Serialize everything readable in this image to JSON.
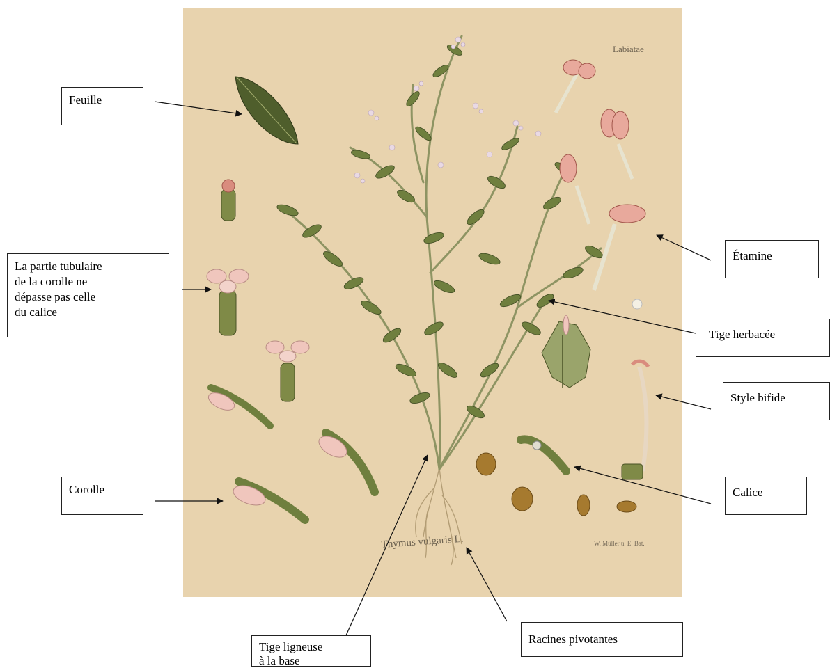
{
  "plate": {
    "family_label": "Labiatae",
    "species_label": "Thymus vulgaris L.",
    "artist_label": "W. Müller u. E. Bat.",
    "colors": {
      "paper": "#ecd9b6",
      "leaf": "#6f7f3e",
      "leaf_dark": "#3f4a22",
      "stem": "#8e9463",
      "petal": "#f0c6bd",
      "anther": "#d98c7e",
      "seed": "#a67a2f",
      "root": "#b6a27e"
    }
  },
  "labels": {
    "feuille": "Feuille",
    "corolle_tube": "La partie tubulaire\nde la corolle ne\ndépasse pas celle\ndu calice",
    "corolle": "Corolle",
    "tige_ligneuse": "Tige ligneuse\nà la base",
    "racines": "Racines pivotantes",
    "etamine": "Étamine",
    "tige_herbacee": "Tige herbacée",
    "style": "Style bifide",
    "calice": "Calice"
  }
}
